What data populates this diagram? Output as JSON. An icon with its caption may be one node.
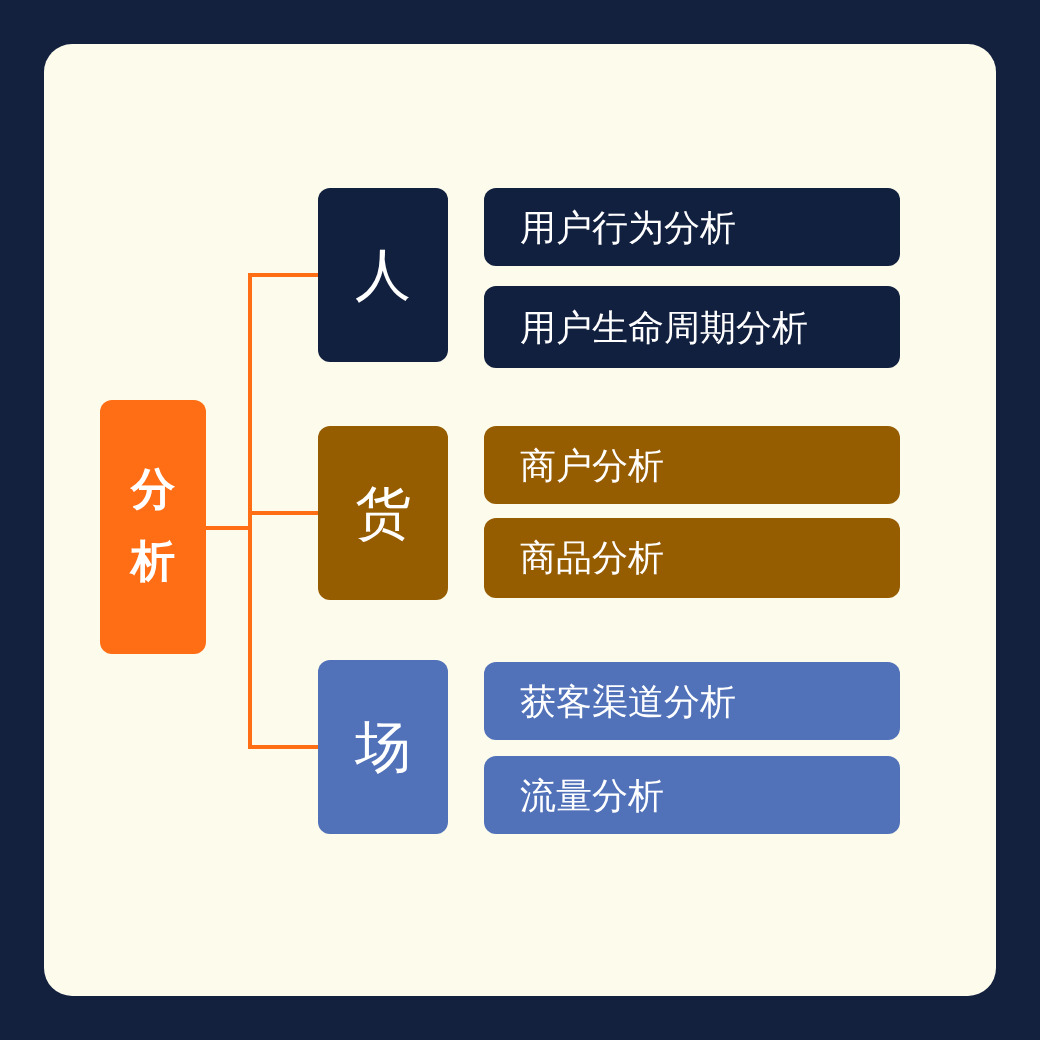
{
  "diagram": {
    "nodes": [
      {
        "text": [
          "分析"
        ]
      },
      {
        "text": [
          "人"
        ]
      },
      {
        "text": [
          "用户行为分析"
        ]
      },
      {
        "text": [
          "用户生命周期分析"
        ]
      },
      {
        "text": [
          "货"
        ]
      },
      {
        "text": [
          "商户分析"
        ]
      },
      {
        "text": [
          "商品分析"
        ]
      },
      {
        "text": [
          "场"
        ]
      },
      {
        "text": [
          "获客渠道分析"
        ]
      },
      {
        "text": [
          "流量分析"
        ]
      }
    ],
    "edges": [
      {
        "from": 0,
        "to": 1,
        "arrow": "none"
      },
      {
        "from": 0,
        "to": 4,
        "arrow": "none"
      },
      {
        "from": 0,
        "to": 7,
        "arrow": "none"
      }
    ]
  }
}
